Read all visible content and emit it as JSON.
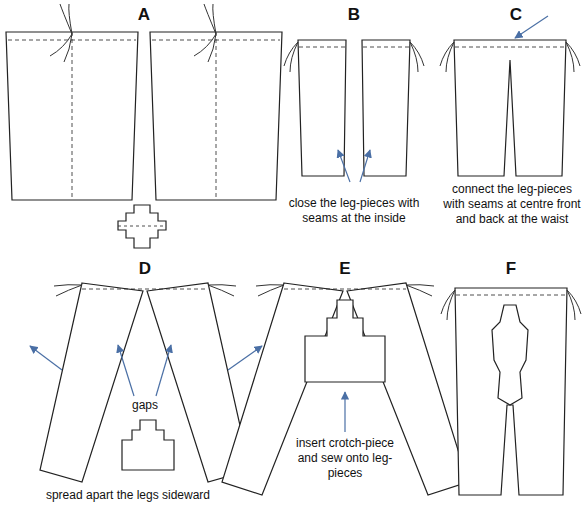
{
  "diagram": {
    "labels": [
      "A",
      "B",
      "C",
      "close the leg-pieces with seams at the inside",
      "connect the leg-pieces with seams at centre front and back at the waist",
      "D",
      "E",
      "F",
      "gaps",
      "spread apart the legs sideward",
      "insert crotch-piece and sew onto leg-pieces"
    ]
  }
}
